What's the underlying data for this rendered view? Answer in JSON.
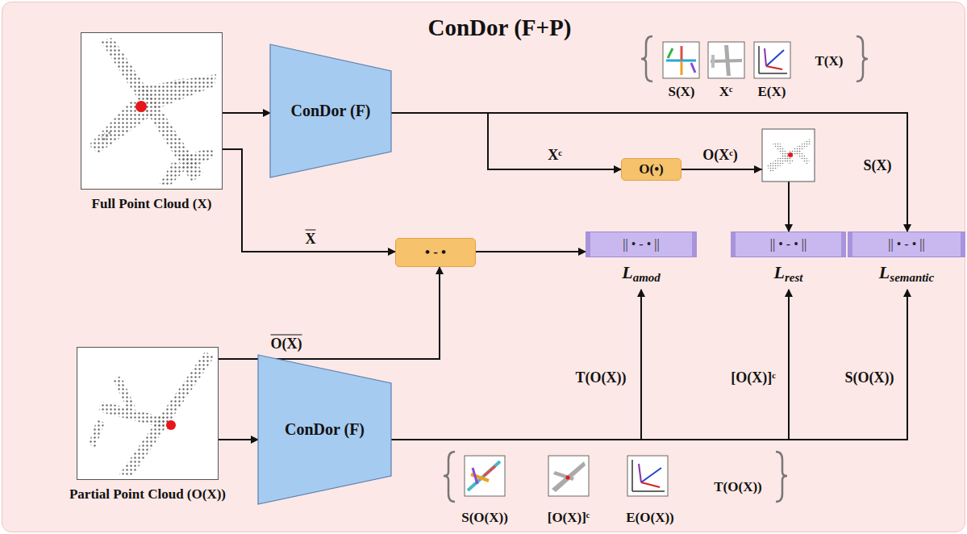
{
  "diagram": {
    "title": "ConDor (F+P)",
    "nodes": [
      {
        "text": [
          "Full Point Cloud (X)"
        ]
      },
      {
        "text": [
          "ConDor (F)"
        ]
      },
      {
        "text": [
          "O(•)"
        ]
      },
      {
        "text": [
          "• - •"
        ]
      },
      {
        "text": [
          "|| • - • ||",
          "Lamod"
        ]
      },
      {
        "text": [
          "|| • - • ||",
          "Lrest"
        ]
      },
      {
        "text": [
          "|| • - • ||",
          "Lsemantic"
        ]
      },
      {
        "text": [
          "Partial Point Cloud (O(X))"
        ]
      },
      {
        "text": [
          "ConDor (F)"
        ]
      }
    ],
    "edges": [
      {
        "from": 0,
        "to": 1,
        "arrow": "to"
      },
      {
        "from": 0,
        "to": 3,
        "label": "X",
        "arrow": "to"
      },
      {
        "from": 7,
        "to": 3,
        "label": "O(X)",
        "arrow": "to"
      },
      {
        "from": 7,
        "to": 8,
        "arrow": "to"
      },
      {
        "from": 1,
        "to": 2,
        "label": "Xᶜ",
        "arrow": "to"
      },
      {
        "from": 2,
        "to": 5,
        "label": "O(Xᶜ)",
        "arrow": "to"
      },
      {
        "from": 1,
        "to": 6,
        "label": "S(X)",
        "arrow": "to"
      },
      {
        "from": 3,
        "to": 4,
        "arrow": "to"
      },
      {
        "from": 8,
        "to": 4,
        "label": "T(O(X))",
        "arrow": "to"
      },
      {
        "from": 8,
        "to": 5,
        "label": "[O(X)]ᶜ",
        "arrow": "to"
      },
      {
        "from": 8,
        "to": 6,
        "label": "S(O(X))",
        "arrow": "to"
      }
    ],
    "labels": [
      "S(X)",
      "Xᶜ",
      "E(X)",
      "T(X)",
      "S(O(X))",
      "[O(X)]ᶜ",
      "E(O(X))",
      "T(O(X))"
    ]
  }
}
